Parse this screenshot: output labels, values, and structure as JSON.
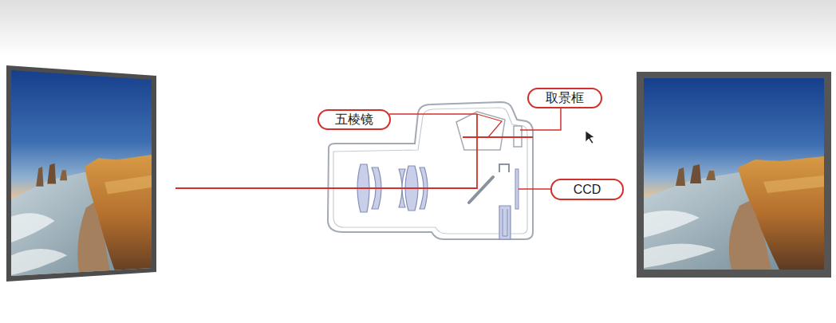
{
  "diagram": {
    "nodes": [
      {
        "text": [
          "取景框"
        ]
      },
      {
        "text": [
          "五棱镜"
        ]
      },
      {
        "text": [
          "CCD"
        ]
      }
    ]
  }
}
